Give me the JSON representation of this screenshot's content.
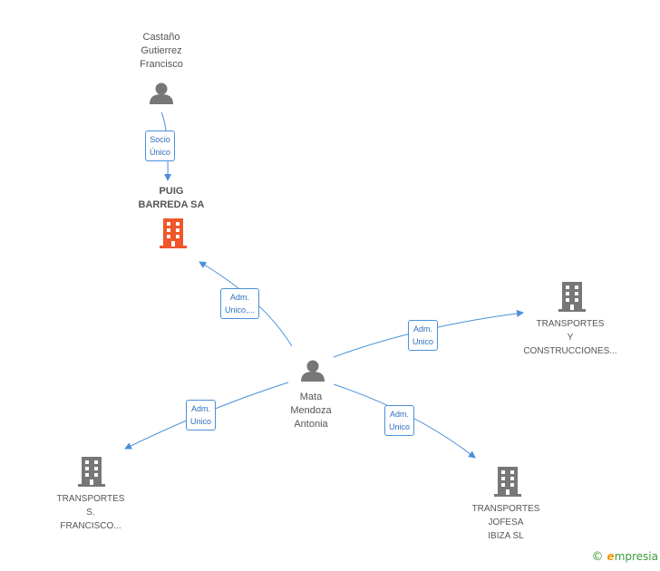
{
  "colors": {
    "edge": "#4a90d9",
    "person": "#777777",
    "company": "#777777",
    "focus_company": "#f0562a"
  },
  "nodes": {
    "castano": {
      "label": "Castaño\nGutierrez\nFrancisco",
      "icon": "person-icon"
    },
    "puig": {
      "label": "PUIG\nBARREDA SA",
      "icon": "building-icon"
    },
    "mata": {
      "label": "Mata\nMendoza\nAntonia",
      "icon": "person-icon"
    },
    "tyc": {
      "label": "TRANSPORTES\nY\nCONSTRUCCIONES...",
      "icon": "building-icon"
    },
    "tsf": {
      "label": "TRANSPORTES\nS.\nFRANCISCO...",
      "icon": "building-icon"
    },
    "tji": {
      "label": "TRANSPORTES\nJOFESA\nIBIZA SL",
      "icon": "building-icon"
    }
  },
  "edges": {
    "socio": "Socio\nÚnico",
    "adm_puig": "Adm.\nUnico,...",
    "adm_tyc": "Adm.\nUnico",
    "adm_tsf": "Adm.\nUnico",
    "adm_tji": "Adm.\nUnico"
  },
  "brand": {
    "copyright": "©",
    "e": "e",
    "rest": "mpresia"
  }
}
